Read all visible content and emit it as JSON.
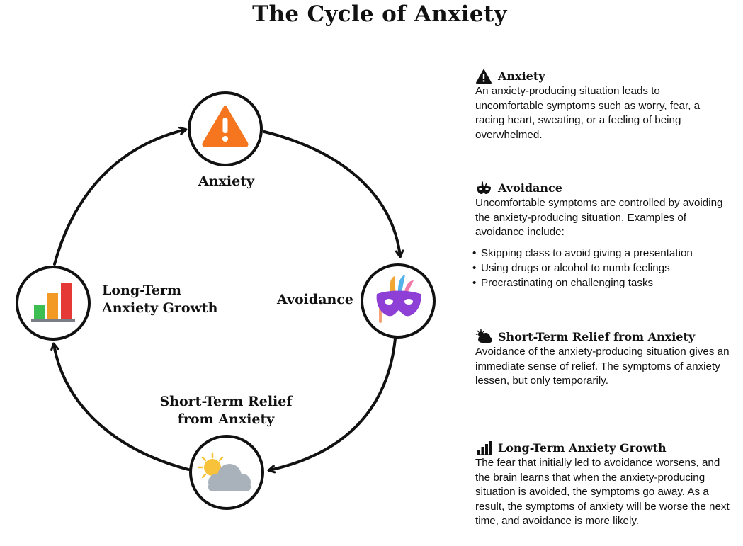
{
  "title": "The Cycle of Anxiety",
  "nodes": {
    "anxiety": "Anxiety",
    "avoidance": "Avoidance",
    "relief_line1": "Short-Term Relief",
    "relief_line2": "from Anxiety",
    "growth_line1": "Long-Term",
    "growth_line2": "Anxiety Growth"
  },
  "sections": {
    "anxiety": {
      "heading": "Anxiety",
      "icon": "warning-icon",
      "text": "An anxiety-producing situation leads to uncomfortable symptoms such as worry, fear, a racing heart, sweating, or a feeling of being overwhelmed."
    },
    "avoidance": {
      "heading": "Avoidance",
      "icon": "mask-icon",
      "text": "Uncomfortable symptoms are controlled by avoiding the anxiety-producing situation. Examples of avoidance include:",
      "examples": [
        "Skipping class to avoid giving a presentation",
        "Using drugs or alcohol to numb feelings",
        "Procrastinating on challenging tasks"
      ]
    },
    "relief": {
      "heading": "Short-Term Relief from Anxiety",
      "icon": "cloud-sun-icon",
      "text": "Avoidance of the anxiety-producing situation gives an immediate sense of relief. The symptoms of anxiety lessen, but only temporarily."
    },
    "growth": {
      "heading": "Long-Term Anxiety Growth",
      "icon": "bar-chart-icon",
      "text": "The fear that initially led to avoidance worsens, and the brain learns that when the anxiety-producing situation is avoided, the symptoms go away. As a result, the symptoms of anxiety will be worse the next time, and avoidance is more likely."
    }
  },
  "colors": {
    "warning_orange": "#F5761E",
    "mask_purple": "#8E3FD6",
    "sun_yellow": "#F8C33A",
    "cloud_gray": "#A9B1BB",
    "bar_green": "#3DBE52",
    "bar_orange": "#F29A24",
    "bar_red": "#E53935"
  }
}
